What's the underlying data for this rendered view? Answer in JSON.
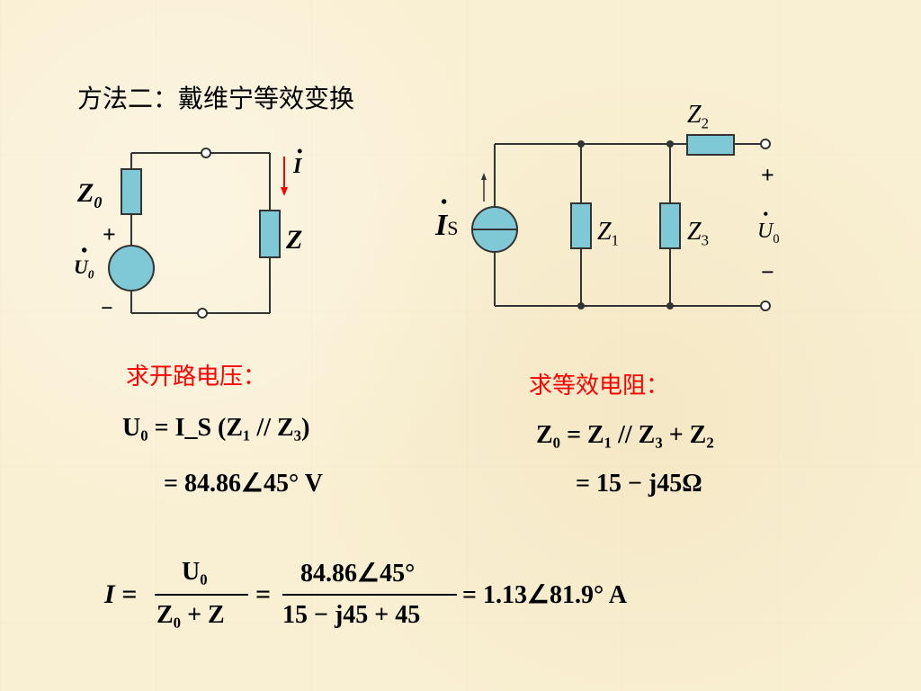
{
  "title": "方法二：戴维宁等效变换",
  "left_circuit": {
    "z0": "Z",
    "z0_sub": "0",
    "z": "Z",
    "u0": "U",
    "u0_sub": "0",
    "current": "I",
    "plus": "+",
    "minus": "−"
  },
  "right_circuit": {
    "is": "I",
    "is_sub": "S",
    "z1": "Z",
    "z1_sub": "1",
    "z2": "Z",
    "z2_sub": "2",
    "z3": "Z",
    "z3_sub": "3",
    "u0": "U",
    "u0_sub": "0",
    "plus": "+",
    "minus": "−"
  },
  "section_open_voltage": "求开路电压：",
  "section_equiv_resistance": "求等效电阻：",
  "eq_u0_line1": "U₀ = I_S (Z₁ // Z₃)",
  "eq_u0_line2": "= 84.86∠45° V",
  "eq_z0_line1": "Z₀ = Z₁ // Z₃ + Z₂",
  "eq_z0_line2": "= 15 − j45Ω",
  "eq_i": {
    "lhs": "I =",
    "num1": "U₀",
    "den1": "Z₀ + Z",
    "eq": "=",
    "num2": "84.86∠45°",
    "den2": "15 − j45 + 45",
    "result": "= 1.13∠81.9° A"
  },
  "colors": {
    "background": "#f9efd2",
    "component_fill": "#7fc9d6",
    "arrow_red": "#ff0000",
    "heading_red": "#ff0000"
  }
}
